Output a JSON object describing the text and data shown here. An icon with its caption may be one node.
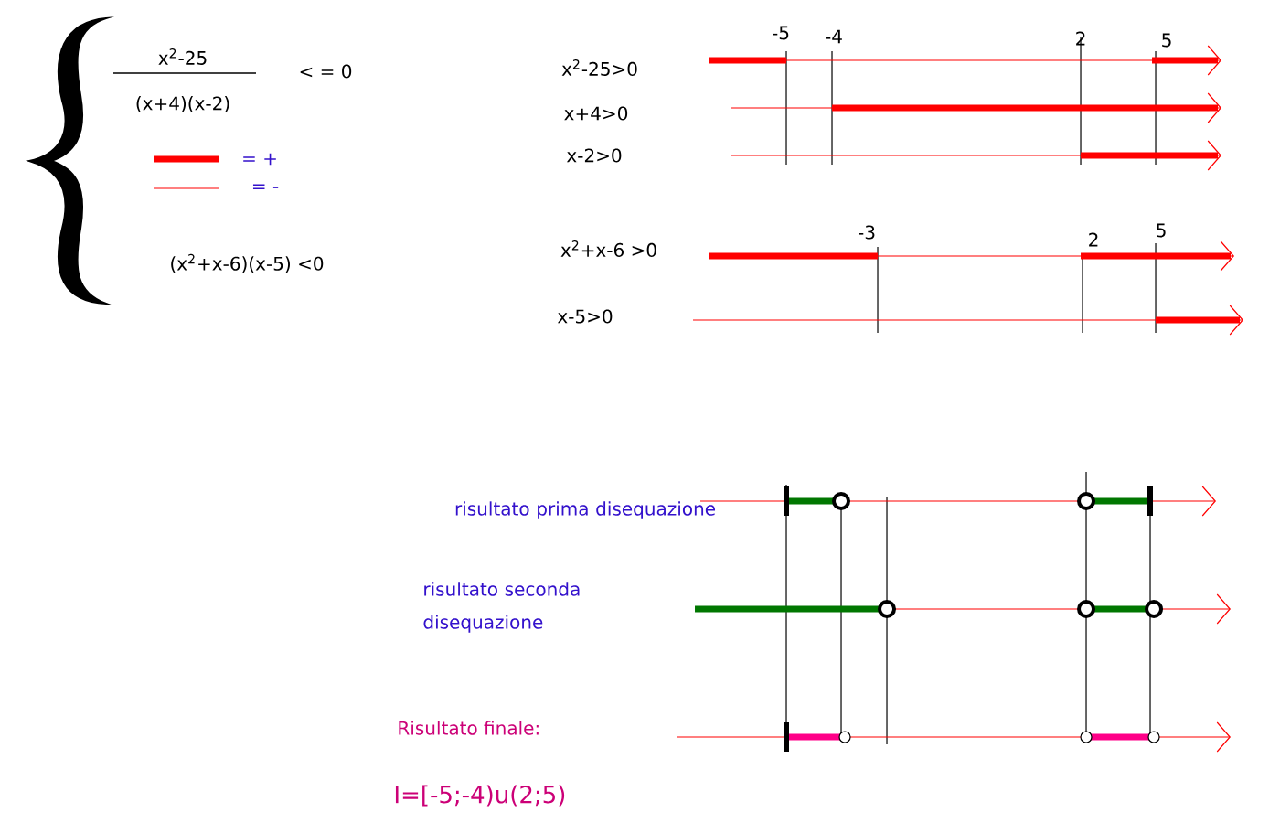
{
  "diagram": {
    "labels": [
      "x$^{2}$-25",
      "(x+4)(x-2)",
      "< = 0",
      "(x$^{2}$+x-6)(x-5) <0",
      "-5",
      "-4",
      "2",
      "5",
      "x$^{2}$-25>0",
      "x+4>0",
      "x-2>0",
      "-3",
      "2",
      "5",
      "x$^{2}$+x-6 >0",
      "x-5>0",
      "risultato prima disequazione",
      "risultato seconda disequazione",
      "Risultato finale:",
      "I=[-5;-4)u(2;5)"
    ],
    "legend": [
      {
        "text": "= +"
      },
      {
        "text": "= -"
      }
    ]
  }
}
